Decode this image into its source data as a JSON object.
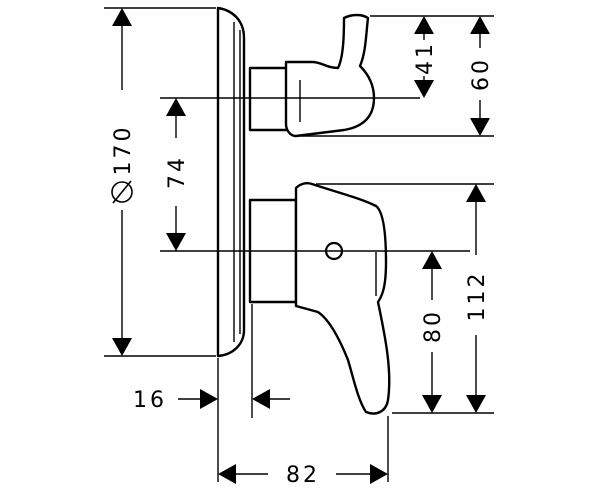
{
  "dimensions": {
    "diameter": {
      "symbol": "⌀",
      "value": "170"
    },
    "depth_74": "74",
    "depth_41": "41",
    "depth_60": "60",
    "depth_80": "80",
    "depth_112": "112",
    "width_16": "16",
    "width_82": "82"
  }
}
